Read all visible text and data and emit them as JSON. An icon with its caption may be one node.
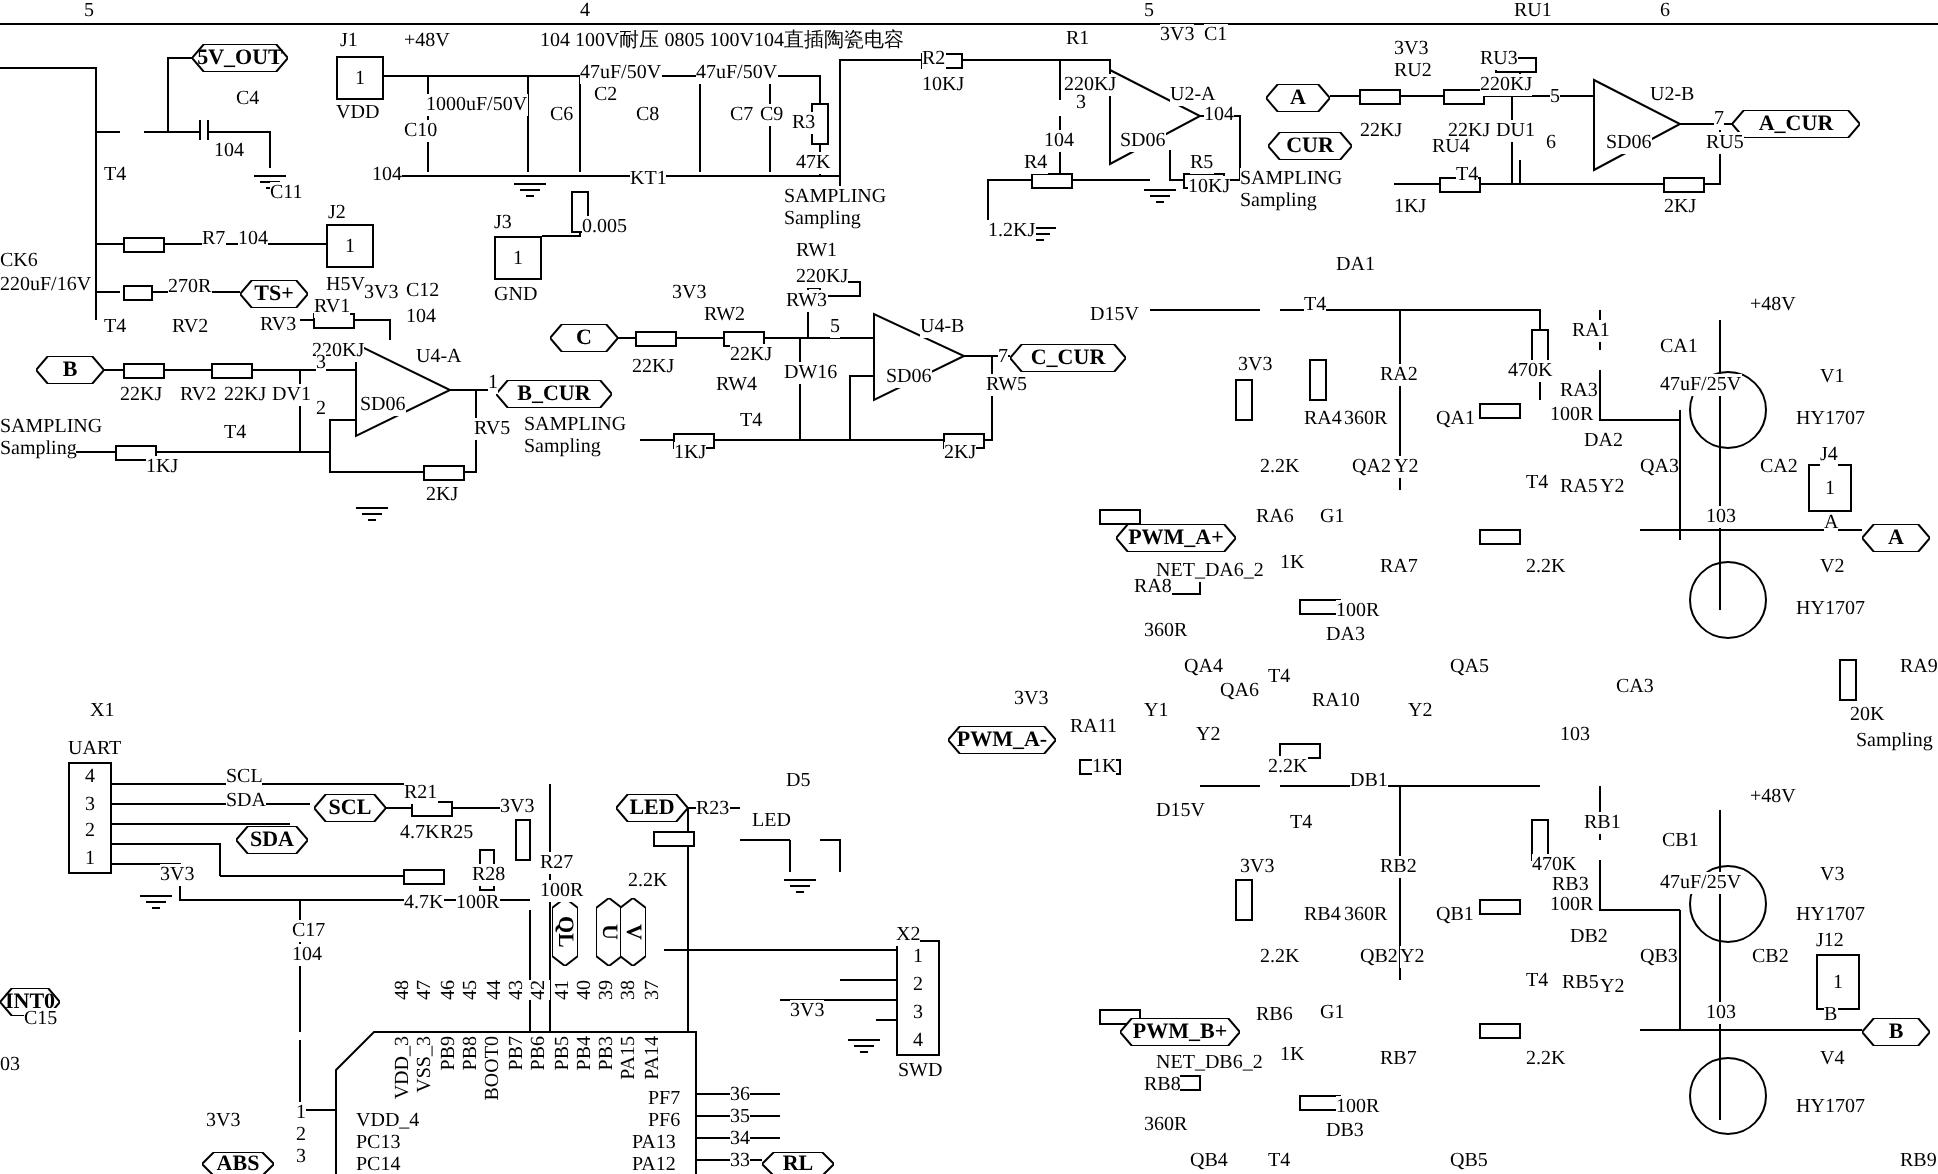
{
  "diagram": {
    "nodes": [
      {
        "text": [
          "5V_OUT"
        ]
      },
      {
        "text": [
          "TS+"
        ]
      },
      {
        "text": [
          "B"
        ]
      },
      {
        "text": [
          "B_CUR"
        ]
      },
      {
        "text": [
          "C"
        ]
      },
      {
        "text": [
          "C_CUR"
        ]
      },
      {
        "text": [
          "A"
        ]
      },
      {
        "text": [
          "CUR"
        ]
      },
      {
        "text": [
          "A_CUR"
        ]
      },
      {
        "text": [
          "PWM_A+"
        ]
      },
      {
        "text": [
          "A"
        ]
      },
      {
        "text": [
          "PWM_A-"
        ]
      },
      {
        "text": [
          "PWM_B+"
        ]
      },
      {
        "text": [
          "B"
        ]
      },
      {
        "text": [
          "SCL"
        ]
      },
      {
        "text": [
          "SDA"
        ]
      },
      {
        "text": [
          "LED"
        ]
      },
      {
        "text": [
          "QL"
        ]
      },
      {
        "text": [
          "U"
        ]
      },
      {
        "text": [
          "V"
        ]
      },
      {
        "text": [
          "INT0"
        ]
      },
      {
        "text": [
          "ABS"
        ]
      },
      {
        "text": [
          "RL"
        ]
      },
      {
        "text": [
          "1"
        ]
      },
      {
        "text": [
          "1"
        ]
      },
      {
        "text": [
          "1"
        ]
      },
      {
        "text": [
          "1"
        ]
      },
      {
        "text": [
          "1"
        ]
      },
      {
        "text": [
          "4",
          "3",
          "2",
          "1"
        ]
      },
      {
        "text": [
          "1",
          "2",
          "3",
          "4"
        ]
      }
    ],
    "edges": [],
    "labels": [
      "5",
      "4",
      "5",
      "RU1",
      "6",
      "C4",
      "104",
      "C11",
      "T4",
      "R7",
      "104",
      "CK6",
      "220uF/16V",
      "T4",
      "270R",
      "RV2",
      "H5V",
      "J2",
      "3V3",
      "C12",
      "104",
      "RV1",
      "RV3",
      "220KJ",
      "U4-A",
      "22KJ",
      "RV2",
      "22KJ",
      "DV1",
      "3",
      "2",
      "1",
      "SD06",
      "SAMPLING",
      "T4",
      "RV5",
      "SAMPLING",
      "Sampling",
      "Sampling",
      "1KJ",
      "2KJ",
      "J1",
      "VDD",
      "+48V",
      "104 100V耐压 0805 100V104直插陶瓷电容",
      "1000uF/50V",
      "C10",
      "104",
      "C6",
      "C2",
      "47uF/50V",
      "47uF/50V",
      "C8",
      "C7",
      "C9",
      "R3",
      "47K",
      "KT1",
      "SAMPLING",
      "J3",
      "0.005",
      "Sampling",
      "GND",
      "R2",
      "10KJ",
      "R1",
      "220KJ",
      "3",
      "3V3",
      "C1",
      "U2-A",
      "104",
      "104",
      "R4",
      "SD06",
      "R5",
      "10KJ",
      "1.2KJ",
      "SAMPLING",
      "Sampling",
      "3V3",
      "RU2",
      "RU3",
      "220KJ",
      "5",
      "U2-B",
      "22KJ",
      "22KJ",
      "RU4",
      "DU1",
      "6",
      "SD06",
      "7",
      "RU5",
      "1KJ",
      "T4",
      "2KJ",
      "RW1",
      "220KJ",
      "3V3",
      "RW2",
      "RW3",
      "22KJ",
      "22KJ",
      "RW4",
      "DW16",
      "5",
      "U4-B",
      "SD06",
      "7",
      "RW5",
      "1KJ",
      "T4",
      "2KJ",
      "DA1",
      "D15V",
      "T4",
      "+48V",
      "RA1",
      "CA1",
      "3V3",
      "RA2",
      "470K",
      "RA3",
      "47uF/25V",
      "V1",
      "RA4",
      "360R",
      "QA1",
      "100R",
      "HY1707",
      "DA2",
      "2.2K",
      "QA2",
      "Y2",
      "QA3",
      "CA2",
      "J4",
      "T4",
      "RA5",
      "Y2",
      "RA6",
      "G1",
      "103",
      "A",
      "1K",
      "NET_DA6_2",
      "RA7",
      "2.2K",
      "V2",
      "HY1707",
      "RA8",
      "360R",
      "100R",
      "DA3",
      "QA4",
      "QA6",
      "T4",
      "QA5",
      "CA3",
      "RA9",
      "3V3",
      "Y1",
      "RA10",
      "Y2",
      "20K",
      "RA11",
      "Y2",
      "103",
      "Sampling",
      "1K",
      "2.2K",
      "DB1",
      "D15V",
      "T4",
      "+48V",
      "RB1",
      "CB1",
      "V3",
      "3V3",
      "RB2",
      "470K",
      "RB3",
      "47uF/25V",
      "100R",
      "RB4",
      "360R",
      "QB1",
      "HY1707",
      "DB2",
      "2.2K",
      "QB2",
      "Y2",
      "QB3",
      "CB2",
      "J12",
      "T4",
      "RB5",
      "Y2",
      "RB6",
      "G1",
      "103",
      "B",
      "1K",
      "NET_DB6_2",
      "RB7",
      "2.2K",
      "V4",
      "HY1707",
      "RB8",
      "360R",
      "100R",
      "DB3",
      "QB4",
      "T4",
      "QB5",
      "RB9",
      "X1",
      "UART",
      "SCL",
      "SDA",
      "R21",
      "3V3",
      "4.7K",
      "R25",
      "3V3",
      "R28",
      "4.7K",
      "100R",
      "R27",
      "100R",
      "R23",
      "D5",
      "LED",
      "2.2K",
      "C17",
      "104",
      "48",
      "47",
      "46",
      "45",
      "44",
      "43",
      "42",
      "41",
      "40",
      "39",
      "38",
      "37",
      "X2",
      "3V3",
      "SWD",
      "C15",
      "03",
      "VDD_3",
      "VSS_3",
      "PB9",
      "PB8",
      "BOOT0",
      "PB7",
      "PB6",
      "PB5",
      "PB4",
      "PB3",
      "PA15",
      "PA14",
      "3V3",
      "1",
      "2",
      "3",
      "VDD_4",
      "PC13",
      "PC14",
      "PF7",
      "PF6",
      "PA13",
      "PA12",
      "36",
      "35",
      "34",
      "33"
    ]
  }
}
